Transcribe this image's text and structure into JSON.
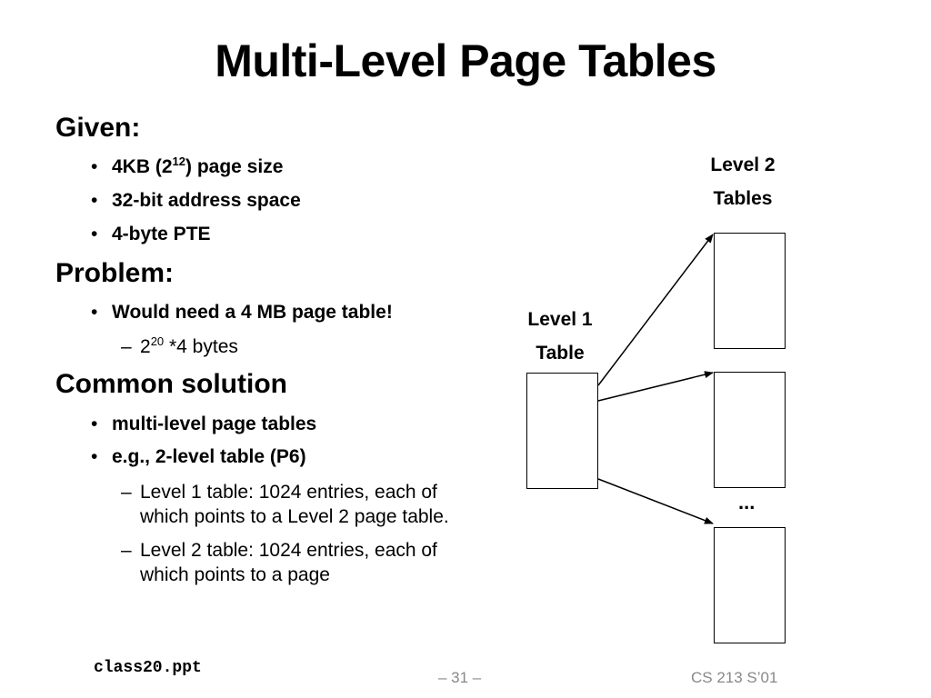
{
  "title": "Multi-Level Page Tables",
  "sections": {
    "given": {
      "heading": "Given:",
      "items": [
        {
          "pre": "4KB (2",
          "sup": "12",
          "post": ") page size"
        },
        {
          "text": "32-bit address space"
        },
        {
          "text": "4-byte PTE"
        }
      ]
    },
    "problem": {
      "heading": "Problem:",
      "items": [
        {
          "text": "Would need a 4 MB page table!"
        }
      ],
      "sub": {
        "base": "2",
        "sup": "20",
        "post": " *4 bytes"
      }
    },
    "solution": {
      "heading": "Common solution",
      "items": [
        {
          "text": "multi-level page tables"
        },
        {
          "text": "e.g., 2-level table (P6)"
        }
      ],
      "subs": [
        {
          "line1": "Level 1 table: 1024 entries, each of",
          "line2": "which points to a Level 2 page table."
        },
        {
          "line1": "Level 2 table:  1024 entries, each of",
          "line2": "which points to a page"
        }
      ]
    }
  },
  "bullet_glyph": "•",
  "dash_glyph": "–",
  "diagram": {
    "level2_label": [
      "Level 2",
      "Tables"
    ],
    "level1_label": [
      "Level 1",
      "Table"
    ],
    "ellipsis": "..."
  },
  "footer": {
    "file": "class20.ppt",
    "page": "– 31 –",
    "course": "CS 213 S’01"
  }
}
